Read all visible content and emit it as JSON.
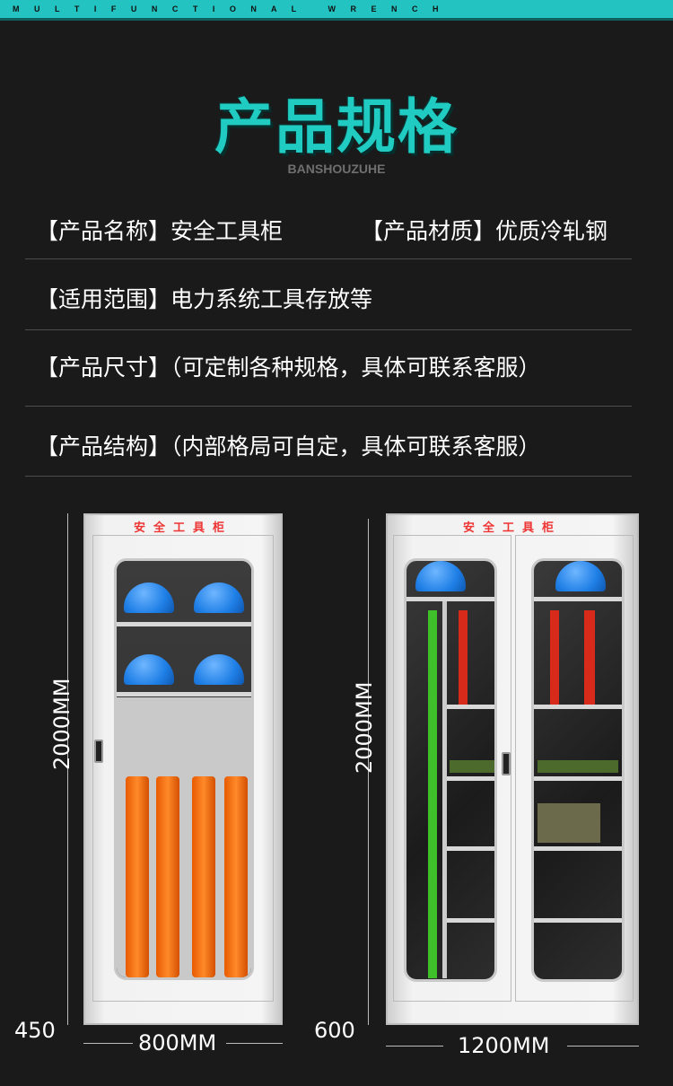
{
  "banner": {
    "text": "M U L T I F U N C T I O N A L   W R E N C H"
  },
  "header": {
    "title": "产品规格",
    "subtitle": "BANSHOUZUHE"
  },
  "specs": [
    {
      "label": "【产品名称】",
      "value": "安全工具柜"
    },
    {
      "label": "【产品材质】",
      "value": "优质冷轧钢"
    },
    {
      "label": "【适用范围】",
      "value": "电力系统工具存放等"
    },
    {
      "label": "【产品尺寸】",
      "value": "（可定制各种规格，具体可联系客服）"
    },
    {
      "label": "【产品结构】",
      "value": "（内部格局可自定，具体可联系客服）"
    }
  ],
  "cabinets": [
    {
      "label": "安全工具柜",
      "height": "2000MM",
      "depth": "450",
      "width": "800MM"
    },
    {
      "label": "安全工具柜",
      "height": "2000MM",
      "depth": "600",
      "width": "1200MM"
    }
  ],
  "colors": {
    "accent": "#22c3c0",
    "cabinet_label": "#e33333"
  }
}
